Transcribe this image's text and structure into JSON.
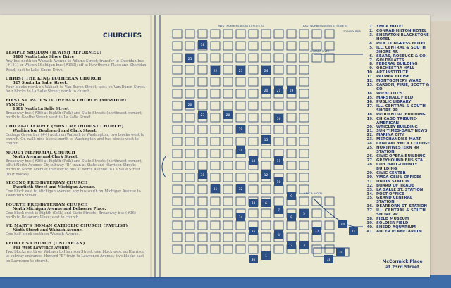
{
  "panel_title": "CHURCHES",
  "churches": [
    {
      "name": "TEMPLE SHOLOM (JEWISH REFORMED)",
      "address": "3480 North Lake Shore Drive",
      "directions": "Any bus north on Wabash Avenue to Adams Street; transfer to Sheridan bus (#151) or Wilson-Michigan bus (#153); off at Hawthorne Place and Sheridan Road; east to Lake Shore Drive."
    },
    {
      "name": "CHRIST THE KING LUTHERAN CHURCH",
      "address": "327 South La Salle Street.",
      "directions": "Four blocks north on Wabash to Van Buren Street; west on Van Buren Street four blocks to La Salle Street; north to church."
    },
    {
      "name": "FIRST ST. PAUL'S LUTHERAN CHURCH (MISSOURI SYNOD)",
      "address": "1301 North La Salle Street",
      "directions": "Broadway bus (#36) at Eighth (Polk) and State Streets (northwest corner); north to Goethe Street; west to La Salle Street."
    },
    {
      "name": "CHICAGO TEMPLE (FIRST METHODIST CHURCH)",
      "address": "Washington Boulevard and Clark Street.",
      "directions": "Cottage Grove bus (#4) north on Wabash to Washington; two blocks west to church. Or, walk nine blocks north to Washington and two blocks west to church."
    },
    {
      "name": "MOODY MEMORIAL CHURCH",
      "address": "North Avenue and Clark Street.",
      "directions": "Broadway bus (#36) at Eighth (Polk) and State Streets (northwest corner); off at North Avenue. Or, subway \"B\" train at State and Harrison Streets north to North Avenue; transfer to bus at North Avenue to La Salle Street (four blocks)."
    },
    {
      "name": "SECOND PRESBYTERIAN CHURCH",
      "address": "Twentieth Street and Michigan Avenue.",
      "directions": "One block east to Michigan Avenue; any bus south on Michigan Avenue to Twentieth Street."
    },
    {
      "name": "FOURTH PRESBYTERIAN CHURCH",
      "address": "North Michigan Avenue and Delaware Place.",
      "directions": "One block west to Eighth (Polk) and State Streets; Broadway bus (#36) north to Delaware Place; east to church."
    },
    {
      "name": "ST. MARY'S ROMAN CATHOLIC CHURCH (PAULIST)",
      "address": "Ninth Street and Wabash Avenue.",
      "directions": "One half block south on Wabash Avenue."
    },
    {
      "name": "PEOPLE'S CHURCH (UNITARIAN)",
      "address": "941 West Lawrence Avenue.",
      "directions": "Two blocks north on Wabash to Harrison Street; one block west on Harrison to subway entrance; Howard \"B\" train to Lawrence Avenue; two blocks east on Lawrence to church."
    }
  ],
  "map": {
    "west_numbers_label": "WEST NUMBERS BEGIN AT STATE ST",
    "east_numbers_label": "EAST NUMBERS BEGIN AT STATE ST",
    "navy_pier_label": "TO NAVY PIER",
    "river_label": "CHICAGO RIVER",
    "ymca_label": "Y.M.C.A. HOTEL",
    "mccormick_label": [
      "McCormick Place",
      "at 23rd Street"
    ],
    "markers": [
      "18",
      "25",
      "22",
      "23",
      "24",
      "20",
      "21",
      "19",
      "26",
      "27",
      "28",
      "29",
      "16",
      "14",
      "15",
      "13",
      "11",
      "12",
      "10",
      "9",
      "30",
      "31",
      "32",
      "33",
      "6",
      "7",
      "8",
      "5",
      "34",
      "35",
      "4",
      "2",
      "3",
      "36",
      "1",
      "38",
      "39",
      "37",
      "40",
      "41"
    ],
    "colors": {
      "ink": "#27457a",
      "marker": "#2c4f86",
      "paper": "#ece9d3"
    }
  },
  "legend": [
    [
      "1.",
      "YMCA HOTEL"
    ],
    [
      "2.",
      "CONRAD HILTON HOTEL"
    ],
    [
      "3.",
      "SHERATON BLACKSTONE HOTEL"
    ],
    [
      "4.",
      "PICK CONGRESS HOTEL"
    ],
    [
      "5.",
      "ILL. CENTRAL & SOUTH SHORE RR"
    ],
    [
      "6.",
      "SEARS, ROEBUCK & CO."
    ],
    [
      "7.",
      "GOLDBLATTS"
    ],
    [
      "8.",
      "FEDERAL BUILDING"
    ],
    [
      "9.",
      "ORCHESTRA HALL"
    ],
    [
      "10.",
      "ART INSTITUTE"
    ],
    [
      "11.",
      "PALMER HOUSE"
    ],
    [
      "12.",
      "MONTGOMERY WARD"
    ],
    [
      "13.",
      "CARSON, PIRIE, SCOTT & CO."
    ],
    [
      "14.",
      "WIEBOLDT'S"
    ],
    [
      "15.",
      "MARSHALL FIELD"
    ],
    [
      "16.",
      "PUBLIC LIBRARY"
    ],
    [
      "17.",
      "ILL. CENTRAL & SOUTH SHORE RR"
    ],
    [
      "18.",
      "PRUDENTIAL BUILDING"
    ],
    [
      "19.",
      "CHICAGO TRIBUNE-AMERICAN"
    ],
    [
      "20.",
      "WRIGLEY BUILDING"
    ],
    [
      "21.",
      "SUN TIMES-DAILY NEWS"
    ],
    [
      "22.",
      "MARINA CITY"
    ],
    [
      "23.",
      "MERCHANDISE MART"
    ],
    [
      "24.",
      "CENTRAL YMCA COLLEGE"
    ],
    [
      "25.",
      "NORTHWESTERN RR STATION"
    ],
    [
      "26.",
      "CIVIC OPERA BUILDING"
    ],
    [
      "27.",
      "GREYHOUND BUS STA."
    ],
    [
      "28.",
      "CITY HALL-COUNTY BUILDING"
    ],
    [
      "29.",
      "CIVIC CENTER"
    ],
    [
      "30.",
      "YMCA-GEN'L OFFICES"
    ],
    [
      "31.",
      "UNION STATION"
    ],
    [
      "32.",
      "BOARD OF TRADE"
    ],
    [
      "33.",
      "LA SALLE ST. STATION"
    ],
    [
      "34.",
      "POST OFFICE"
    ],
    [
      "35.",
      "GRAND CENTRAL STATION"
    ],
    [
      "36.",
      "DEARBORN ST. STATION"
    ],
    [
      "37.",
      "ILL. CENTRAL & SOUTH SHORE RR"
    ],
    [
      "38.",
      "FIELD MUSEUM"
    ],
    [
      "39.",
      "SOLDIER FIELD"
    ],
    [
      "40.",
      "SHEDD AQUARIUM"
    ],
    [
      "41.",
      "ADLER PLANETARIUM"
    ]
  ]
}
